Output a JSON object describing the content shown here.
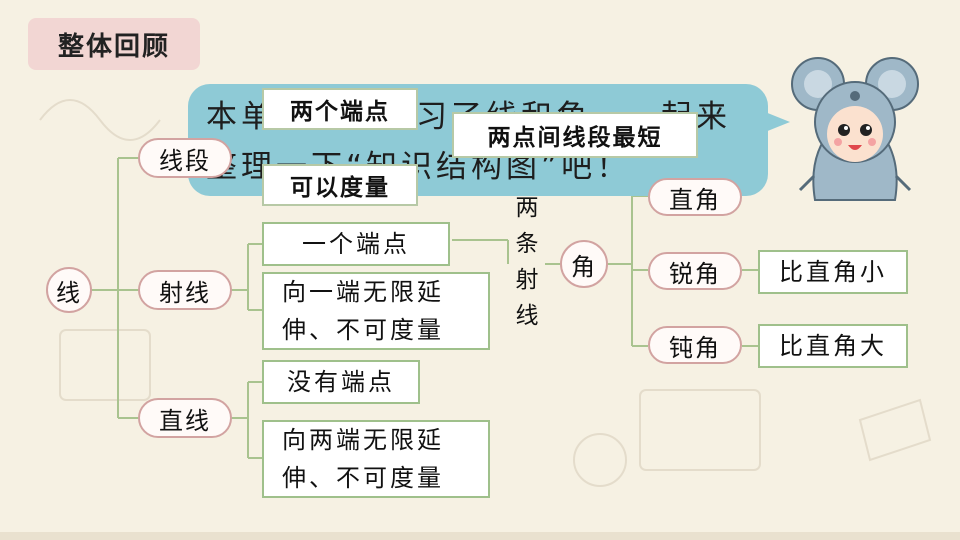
{
  "header": {
    "tag": "整体回顾"
  },
  "bubble": {
    "text": "本单元我们学习了线和角，一起来整理一下“知识结构图”吧！"
  },
  "diagram": {
    "root": "线",
    "segment": {
      "label": "线段",
      "details": [
        "两个端点",
        "两点间线段最短",
        "可以度量"
      ]
    },
    "ray": {
      "label": "射线",
      "details": [
        "一个端点",
        "向一端无限延伸、不可度量"
      ]
    },
    "line": {
      "label": "直线",
      "details": [
        "没有端点",
        "向两端无限延伸、不可度量"
      ]
    },
    "connector": "两条射线",
    "angle": {
      "label": "角",
      "types": [
        {
          "name": "直角",
          "note": ""
        },
        {
          "name": "锐角",
          "note": "比直角小"
        },
        {
          "name": "钝角",
          "note": "比直角大"
        }
      ]
    }
  },
  "colors": {
    "node_border": "#d2a3a1",
    "box_border": "#9fc08b",
    "bubble": "#8ecad6",
    "tag": "#f2d6d3",
    "line": "#a9c38f"
  }
}
